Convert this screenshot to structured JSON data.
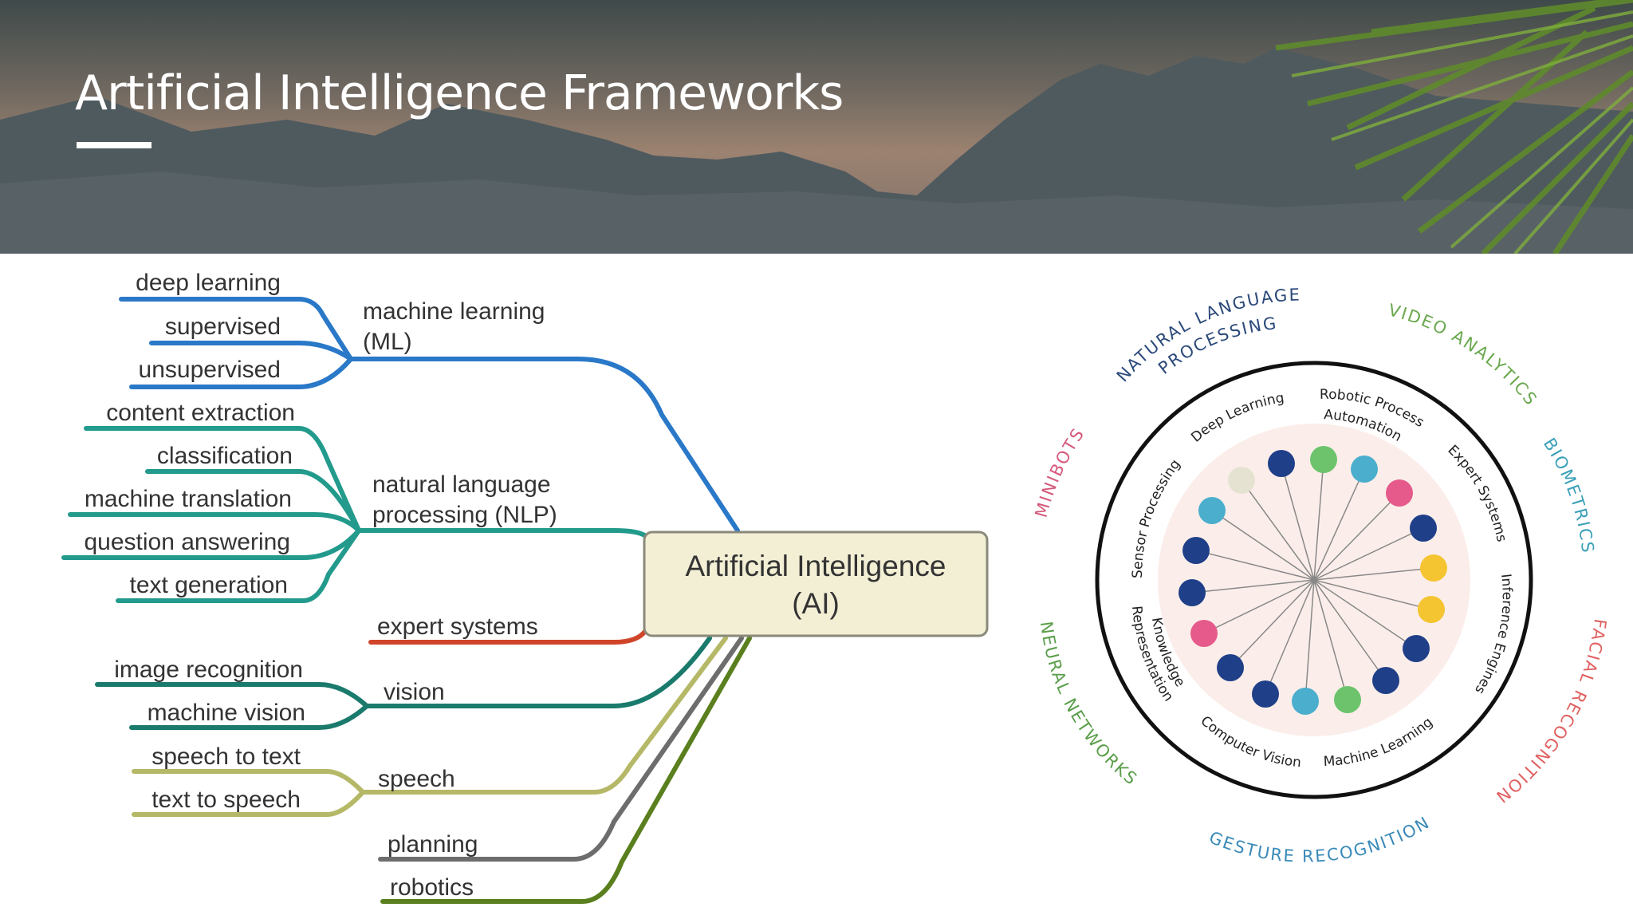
{
  "slide": {
    "title": "Artificial Intelligence Frameworks"
  },
  "mindmap": {
    "center": {
      "line1": "Artificial Intelligence",
      "line2": "(AI)"
    },
    "branches": {
      "ml": {
        "label_line1": "machine learning",
        "label_line2": "(ML)",
        "color": "#2a78c8",
        "leaves": [
          "deep learning",
          "supervised",
          "unsupervised"
        ]
      },
      "nlp": {
        "label_line1": "natural language",
        "label_line2": "processing (NLP)",
        "color": "#229a8c",
        "leaves": [
          "content extraction",
          "classification",
          "machine translation",
          "question answering",
          "text generation"
        ]
      },
      "expert": {
        "label": "expert systems",
        "color": "#d0452a"
      },
      "vision": {
        "label": "vision",
        "color": "#1a7a6c",
        "leaves": [
          "image recognition",
          "machine vision"
        ]
      },
      "speech": {
        "label": "speech",
        "color": "#b5b866",
        "leaves": [
          "speech to text",
          "text to speech"
        ]
      },
      "planning": {
        "label": "planning",
        "color": "#6d6d6d"
      },
      "robotics": {
        "label": "robotics",
        "color": "#5a7f1e"
      }
    }
  },
  "wheel": {
    "outer_labels": {
      "nlp_line1": "NATURAL LANGUAGE",
      "nlp_line2": "PROCESSING",
      "video": "VIDEO ANALYTICS",
      "biometrics": "BIOMETRICS",
      "facial": "FACIAL RECOGNITION",
      "gesture": "GESTURE RECOGNITION",
      "neural": "NEURAL NETWORKS",
      "minibots": "MINIBOTS"
    },
    "outer_colors": {
      "nlp": "#2b4a7a",
      "video": "#6aa84f",
      "biometrics": "#3aa0b8",
      "facial": "#e06060",
      "gesture": "#3a8ab8",
      "neural": "#5a9e4a",
      "minibots": "#d4587a"
    },
    "inner_labels": {
      "deep_learning": "Deep Learning",
      "rpa_line1": "Robotic Process",
      "rpa_line2": "Automation",
      "expert": "Expert Systems",
      "inference": "Inference Engines",
      "machine_learning": "Machine Learning",
      "computer_vision": "Computer Vision",
      "knowledge_line1": "Knowledge",
      "knowledge_line2": "Representation",
      "sensor": "Sensor Processing"
    },
    "dot_colors": {
      "navy": "#1f3f88",
      "green": "#6cc36c",
      "teal": "#4aaecc",
      "pink": "#e55a8a",
      "yellow": "#f5c431",
      "beige": "#e6e2d2"
    }
  }
}
